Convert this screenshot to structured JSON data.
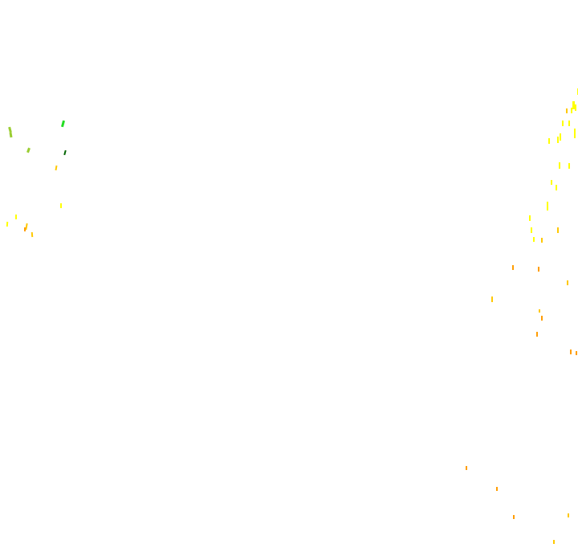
{
  "background": "#ffffff",
  "palette": {
    "yellow": "#ffff00",
    "amber": "#ffc800",
    "orange": "#ff9d00",
    "lime": "#9acd32",
    "green": "#22dd22",
    "dark_green": "#006400"
  },
  "marks": [
    {
      "name": "mark-lime-1",
      "color": "lime"
    },
    {
      "name": "mark-lime-2",
      "color": "lime"
    },
    {
      "name": "mark-green-1",
      "color": "green"
    },
    {
      "name": "mark-lime-3",
      "color": "lime"
    },
    {
      "name": "mark-dark-green-1",
      "color": "dark_green"
    },
    {
      "name": "mark-amber-1",
      "color": "amber"
    },
    {
      "name": "mark-yellow-1",
      "color": "yellow"
    },
    {
      "name": "mark-yellow-2",
      "color": "yellow"
    },
    {
      "name": "mark-yellow-3",
      "color": "yellow"
    },
    {
      "name": "mark-amber-2",
      "color": "amber"
    },
    {
      "name": "mark-orange-1",
      "color": "orange"
    },
    {
      "name": "mark-amber-3",
      "color": "amber"
    },
    {
      "name": "mark-yellow-4",
      "color": "yellow"
    },
    {
      "name": "mark-yellow-5",
      "color": "yellow"
    },
    {
      "name": "mark-yellow-6",
      "color": "yellow"
    },
    {
      "name": "mark-yellow-7",
      "color": "yellow"
    },
    {
      "name": "mark-yellow-8",
      "color": "yellow"
    },
    {
      "name": "mark-yellow-9",
      "color": "yellow"
    },
    {
      "name": "mark-yellow-10",
      "color": "yellow"
    },
    {
      "name": "mark-yellow-11",
      "color": "yellow"
    },
    {
      "name": "mark-yellow-12",
      "color": "yellow"
    },
    {
      "name": "mark-yellow-13",
      "color": "yellow"
    },
    {
      "name": "mark-yellow-14",
      "color": "yellow"
    },
    {
      "name": "mark-yellow-15",
      "color": "yellow"
    },
    {
      "name": "mark-yellow-16",
      "color": "yellow"
    },
    {
      "name": "mark-yellow-17",
      "color": "yellow"
    },
    {
      "name": "mark-yellow-18",
      "color": "yellow"
    },
    {
      "name": "mark-yellow-19",
      "color": "yellow"
    },
    {
      "name": "mark-yellow-20",
      "color": "yellow"
    },
    {
      "name": "mark-yellow-21",
      "color": "yellow"
    },
    {
      "name": "mark-amber-4",
      "color": "amber"
    },
    {
      "name": "mark-amber-5",
      "color": "amber"
    },
    {
      "name": "mark-orange-2",
      "color": "orange"
    },
    {
      "name": "mark-orange-3",
      "color": "orange"
    },
    {
      "name": "mark-amber-6",
      "color": "amber"
    },
    {
      "name": "mark-amber-7",
      "color": "amber"
    },
    {
      "name": "mark-orange-4",
      "color": "orange"
    },
    {
      "name": "mark-orange-5",
      "color": "orange"
    },
    {
      "name": "mark-orange-6",
      "color": "orange"
    },
    {
      "name": "mark-orange-7",
      "color": "orange"
    },
    {
      "name": "mark-orange-8",
      "color": "orange"
    },
    {
      "name": "mark-orange-9",
      "color": "orange"
    },
    {
      "name": "mark-amber-8",
      "color": "amber"
    },
    {
      "name": "mark-amber-9",
      "color": "amber"
    },
    {
      "name": "mark-amber-10",
      "color": "amber"
    },
    {
      "name": "mark-orange-10",
      "color": "orange"
    },
    {
      "name": "mark-amber-11",
      "color": "amber"
    }
  ]
}
